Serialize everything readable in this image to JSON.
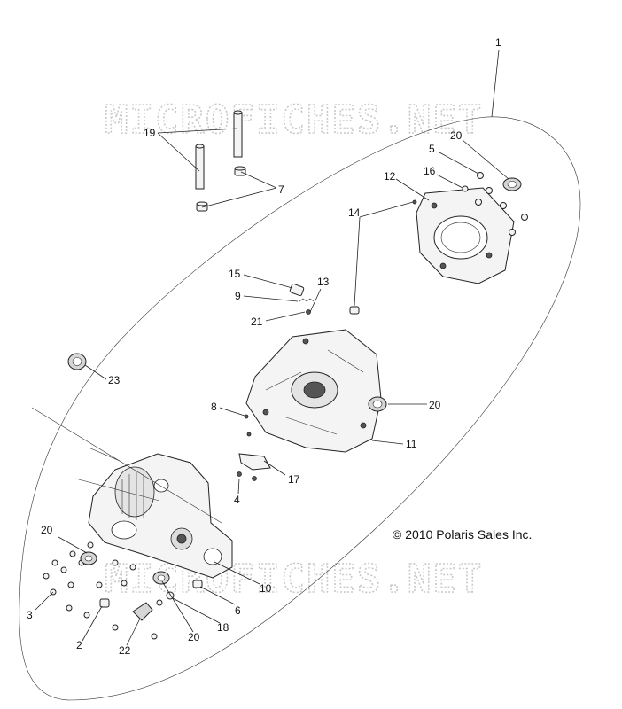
{
  "watermark": {
    "top": "MICROFICHES.NET",
    "bottom": "MICROFICHES.NET"
  },
  "copyright": "© 2010 Polaris Sales Inc.",
  "callouts": {
    "c1": "1",
    "c19": "19",
    "c7": "7",
    "c5": "5",
    "c20a": "20",
    "c16": "16",
    "c12": "12",
    "c14": "14",
    "c15": "15",
    "c13": "13",
    "c9": "9",
    "c21": "21",
    "c23": "23",
    "c8": "8",
    "c20b": "20",
    "c11": "11",
    "c17": "17",
    "c4": "4",
    "c20c": "20",
    "c3": "3",
    "c10": "10",
    "c6": "6",
    "c18": "18",
    "c20d": "20",
    "c2": "2",
    "c22": "22"
  }
}
